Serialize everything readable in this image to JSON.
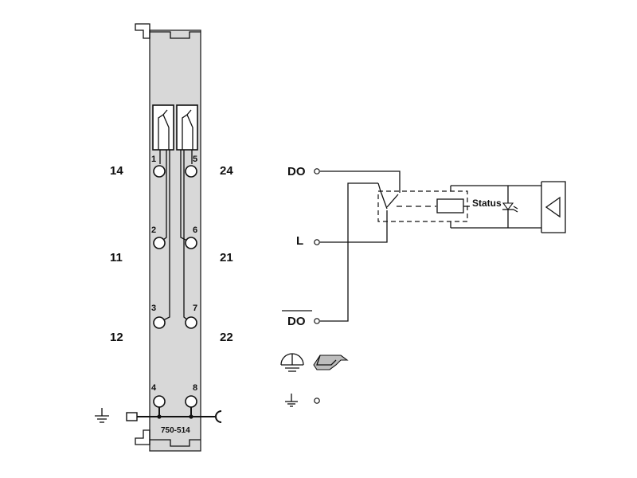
{
  "module": {
    "part_number": "750-514",
    "pins": {
      "p1": "1",
      "p2": "2",
      "p3": "3",
      "p4": "4",
      "p5": "5",
      "p6": "6",
      "p7": "7",
      "p8": "8"
    },
    "contacts": {
      "c14": "14",
      "c11": "11",
      "c12": "12",
      "c24": "24",
      "c21": "21",
      "c22": "22"
    }
  },
  "schematic": {
    "do_label": "DO",
    "l_label": "L",
    "do_bar_label": "DO",
    "status_label": "Status"
  },
  "icons": {
    "earth": "earth-ground-icon",
    "rail": "din-rail-icon",
    "ground": "ground-icon",
    "led": "led-icon",
    "status_triangle": "status-triangle-icon"
  }
}
